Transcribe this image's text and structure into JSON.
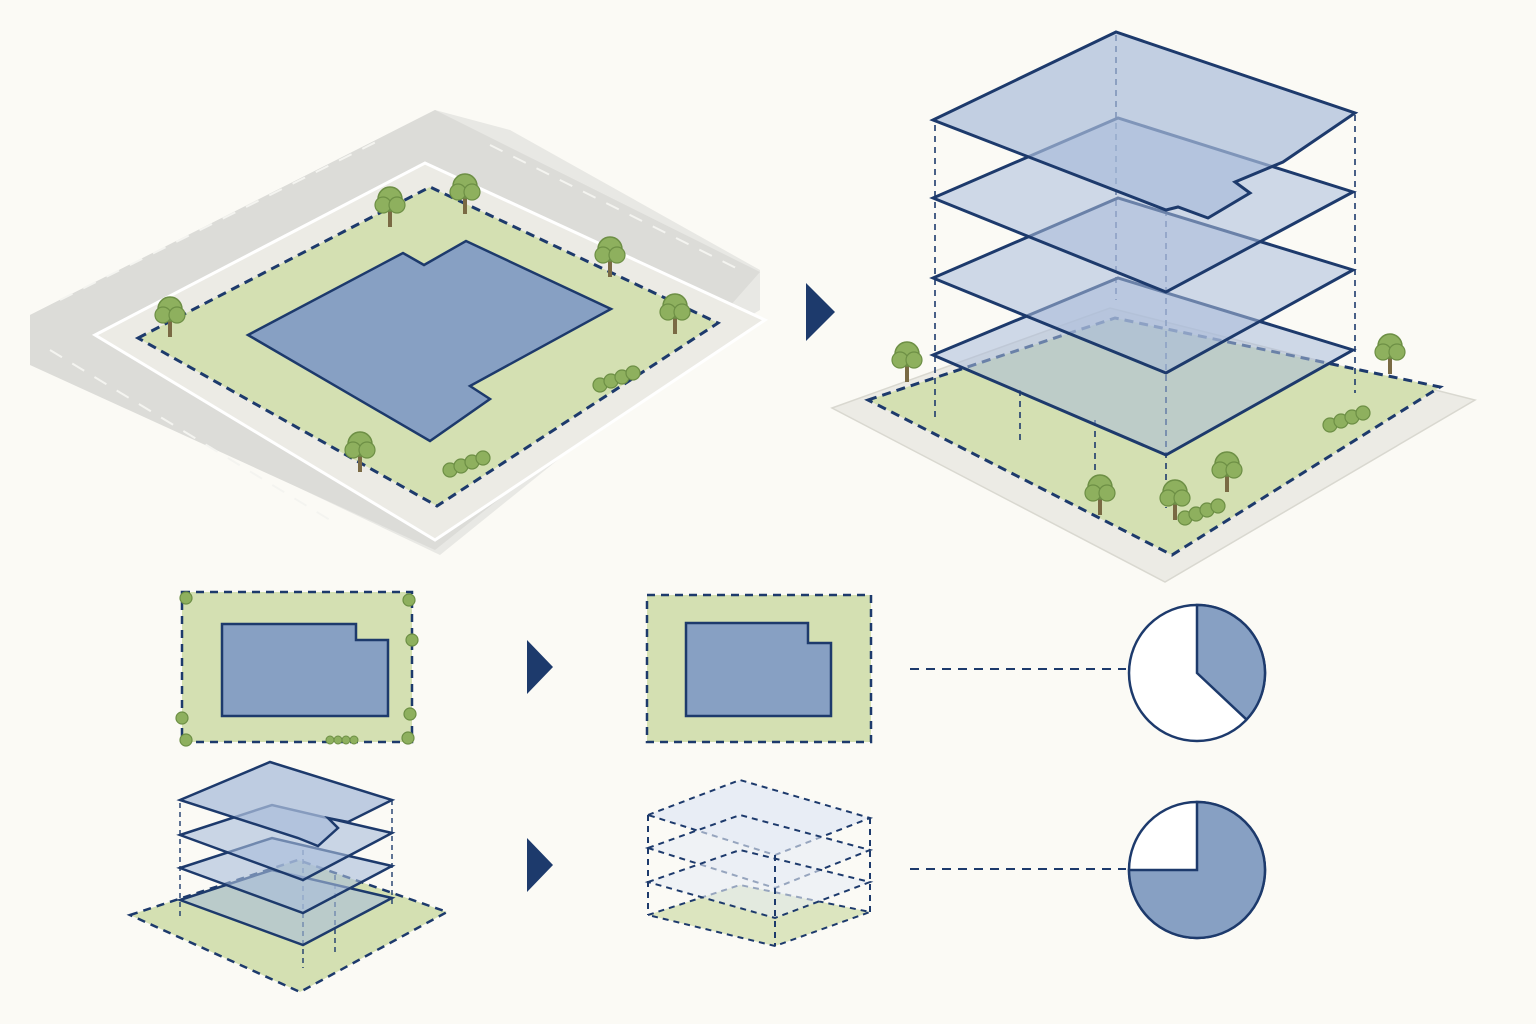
{
  "diagram": {
    "type": "site-coverage-and-floor-area-diagram",
    "colors": {
      "background": "#fbfaf5",
      "road": "#dcdcd8",
      "road_marking": "#f4f4f0",
      "sidewalk": "#ecebe5",
      "lot_green": "#d4e0b2",
      "building_blue": "#87a0c3",
      "glass_blue": "#a9bcda",
      "outline_navy": "#1d3a6c",
      "tree_green": "#8eb05e",
      "trunk": "#7a6a44",
      "arrow": "#1d3a6c"
    },
    "icons": [
      "tree-icon",
      "shrub-icon",
      "arrow-right-icon"
    ],
    "ratios": {
      "building_coverage_fraction": 0.37,
      "floor_area_fraction": 0.75
    }
  }
}
